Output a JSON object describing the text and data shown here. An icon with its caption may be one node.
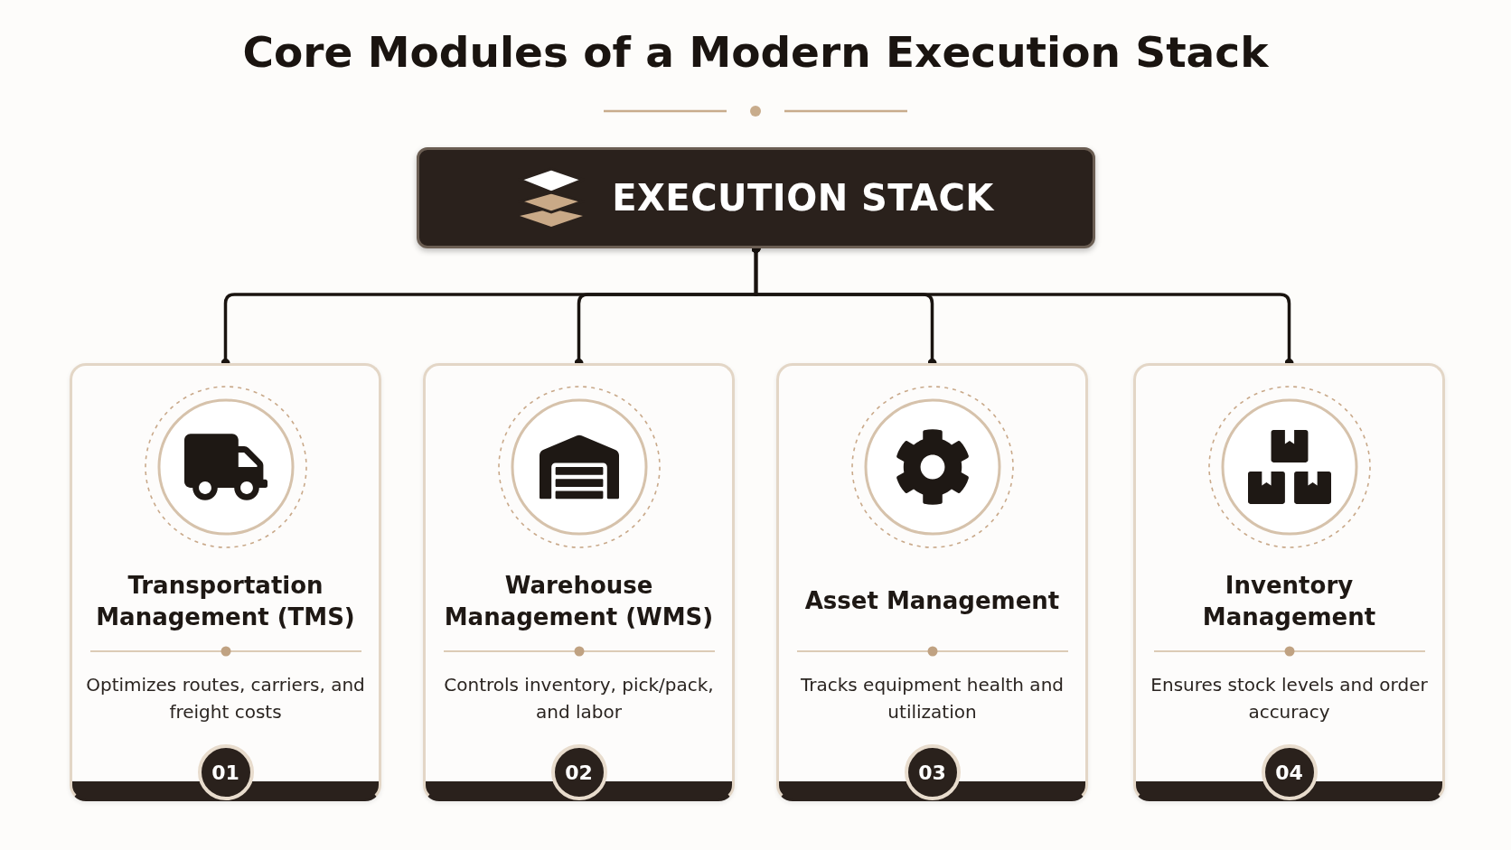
{
  "diagram": {
    "title": "Core Modules of a Modern Execution Stack",
    "nodes": [
      {
        "text": [
          "EXECUTION STACK"
        ]
      },
      {
        "text": [
          "Transportation Management (TMS)",
          "Optimizes routes, carriers, and freight costs"
        ]
      },
      {
        "text": [
          "Warehouse Management (WMS)",
          "Controls inventory, pick/pack, and labor"
        ]
      },
      {
        "text": [
          "Asset Management",
          "Tracks equipment health and utilization"
        ]
      },
      {
        "text": [
          "Inventory Management",
          "Ensures stock levels and order accuracy"
        ]
      },
      {
        "text": [
          "01"
        ],
        "in": 1
      },
      {
        "text": [
          "02"
        ],
        "in": 2
      },
      {
        "text": [
          "03"
        ],
        "in": 3
      },
      {
        "text": [
          "04"
        ],
        "in": 4
      }
    ],
    "edges": [
      {
        "from": 0,
        "to": 1,
        "arrow": "other"
      },
      {
        "from": 0,
        "to": 2,
        "arrow": "other"
      },
      {
        "from": 0,
        "to": 3,
        "arrow": "other"
      },
      {
        "from": 0,
        "to": 4,
        "arrow": "other"
      }
    ]
  }
}
